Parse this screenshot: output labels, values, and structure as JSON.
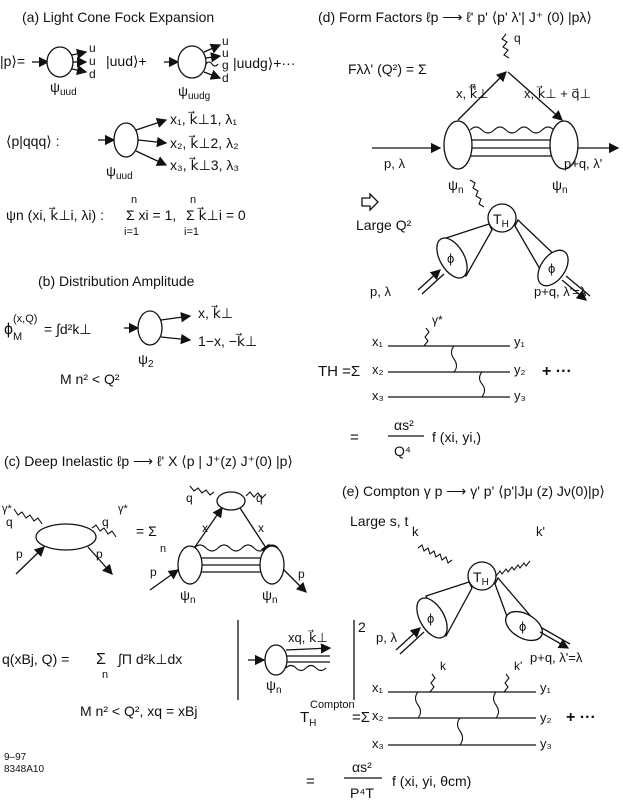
{
  "panels": {
    "a": {
      "title": "(a)   Light Cone Fock Expansion",
      "ket_p": "|p⟩=",
      "q1": "u",
      "q2": "u",
      "q3": "d",
      "psi_uud": "ψ",
      "psi_uud_sub": "uud",
      "ket_uud": "|uud⟩+",
      "g1": "u",
      "g2": "u",
      "g3": "g",
      "g4": "d",
      "psi_uudg": "ψ",
      "psi_uudg_sub": "uudg",
      "ket_uudg": "|uudg⟩+···",
      "proj": "⟨p|qqq⟩  :",
      "psi2": "ψ",
      "psi2_sub": "uud",
      "leg1": "x₁, k⃗⊥1, λ₁",
      "leg2": "x₂, k⃗⊥2, λ₂",
      "leg3": "x₃, k⃗⊥3, λ₃",
      "constraint_lhs": "ψn (xi, k⃗⊥i, λi)  :",
      "sum1": "Σ xi = 1,",
      "sum2": "Σ k⃗⊥i = 0",
      "sum_top": "n",
      "sum_bot": "i=1"
    },
    "b": {
      "title": "(b)    Distribution Amplitude",
      "phi": "ϕ",
      "phi_sup": "(x,Q)",
      "phi_sub": "M",
      "eq": "=  ∫d²k⊥",
      "leg1": "x, k⃗⊥",
      "leg2": "1−x, −k⃗⊥",
      "psi": "ψ",
      "psi_sub": "2",
      "cond": "M n² < Q²"
    },
    "c": {
      "title": "(c)  Deep Inelastic ℓp ⟶ ℓ' X  ⟨p | J⁺(z) J⁺(0) |p⟩",
      "gamma": "γ*",
      "q": "q",
      "p": "p",
      "eq": "= Σ",
      "sum_sub": "n",
      "x": "x",
      "psi": "ψ",
      "psi_sub": "n",
      "pdf_lhs": "q(xBj, Q) =",
      "pdf_sum": "Σ",
      "pdf_sum_sub": "n",
      "pdf_int": "∫Π d²k⊥dx",
      "xq_k": "xq, k⃗⊥",
      "square": "2",
      "cond": "M n² < Q²,   xq = xBj"
    },
    "d": {
      "title": "(d)    Form Factors  ℓp ⟶ ℓ' p'   ⟨p' λ'| J⁺ (0) |pλ⟩",
      "F": "Fλλ'  (Q²)  =  Σ",
      "sum_sub": "n",
      "q": "q",
      "xk": "x, k⃗⊥",
      "xkq": "x, k⃗⊥ + q⃗⊥",
      "p_in": "p, λ",
      "p_out": "p+q, λ'",
      "psi": "ψ",
      "psi_sub": "n",
      "arrow_label": "Large Q²",
      "TH": "T",
      "TH_sub": "H",
      "phi": "ϕ",
      "p_out2": "p+q, λ'=λ",
      "gamma": "γ*",
      "x1": "x₁",
      "x2": "x₂",
      "x3": "x₃",
      "y1": "y₁",
      "y2": "y₂",
      "y3": "y₃",
      "TH_eq": "TH =Σ",
      "plus": "+  ···",
      "result_eq": "=",
      "alpha": "αs²",
      "Q4": "Q⁴",
      "f": "f (xi, yi,)"
    },
    "e": {
      "title": "(e)   Compton   γ p ⟶ γ' p'  ⟨p'|J",
      "title_tail": "μ (z) Jν(0)|p⟩",
      "large": "Large   s, t",
      "k": "k",
      "kp": "k'",
      "TH": "T",
      "TH_sub": "H",
      "phi": "ϕ",
      "p_in": "p, λ",
      "p_out": "p+q, λ'=λ",
      "x1": "x₁",
      "x2": "x₂",
      "x3": "x₃",
      "y1": "y₁",
      "y2": "y₂",
      "y3": "y₃",
      "TH_lhs": "T",
      "TH_sub2": "H",
      "TH_sup": "Compton",
      "TH_eq": "=Σ",
      "plus": "+  ···",
      "result_eq": "=",
      "alpha": "αs²",
      "PT": "P⁴T",
      "f": "f (xi, yi, θcm)"
    }
  },
  "footer": {
    "code1": "9–97",
    "code2": "8348A10"
  }
}
